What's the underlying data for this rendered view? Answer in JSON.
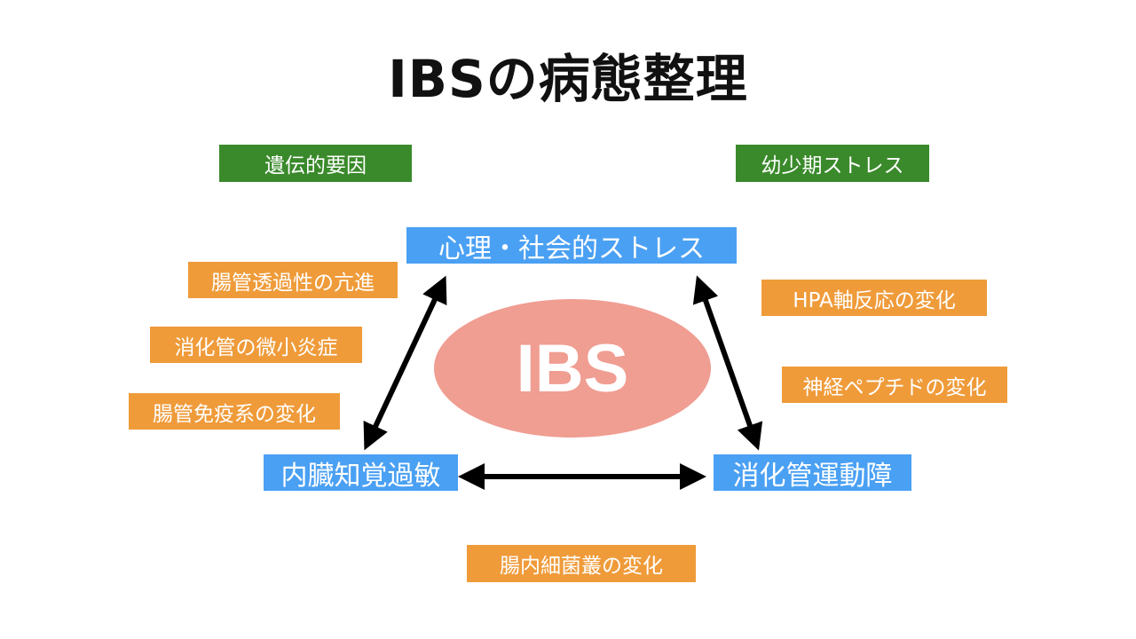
{
  "title": "IBSの病態整理",
  "colors": {
    "green": "#3a8a2b",
    "orange": "#ef9b3a",
    "blue": "#4aa0f3",
    "pink": "#f09d92",
    "arrow": "#000000"
  },
  "center": {
    "label": "IBS"
  },
  "main_nodes": {
    "psych": "心理・社会的ストレス",
    "visceral": "内臓知覚過敏",
    "motility": "消化管運動障"
  },
  "top_factors": {
    "genetic": "遺伝的要因",
    "childhood": "幼少期ストレス"
  },
  "left_factors": [
    "腸管透過性の亢進",
    "消化管の微小炎症",
    "腸管免疫系の変化"
  ],
  "right_factors": [
    "HPA軸反応の変化",
    "神経ペプチドの変化"
  ],
  "bottom_factor": "腸内細菌叢の変化"
}
